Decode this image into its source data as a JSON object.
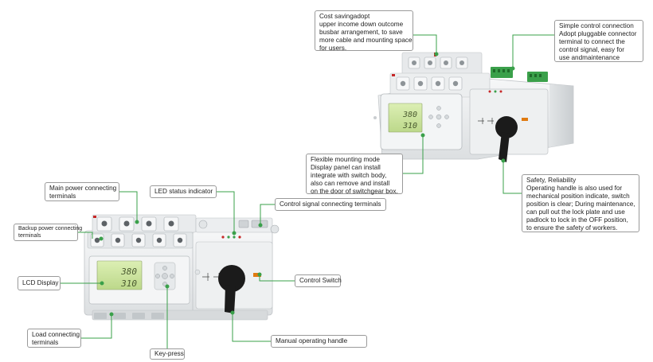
{
  "callouts": {
    "cost_saving": [
      "Cost savingadopt",
      "upper income down outcome",
      "busbar arrangement, to save",
      "more cable and mounting space",
      "for users."
    ],
    "simple_control": [
      "Simple control connection",
      "Adopt pluggable connector",
      "terminal to connect the",
      "control signal, easy for",
      "use andmaintenance"
    ],
    "flexible_mounting": [
      "Flexible mounting mode",
      "Display panel can install",
      "integrate with switch body,",
      "also can remove and install",
      " on the door of switchgear box."
    ],
    "safety": [
      "Safety, Reliability",
      "Operating handle is also used for",
      "mechanical position indicate, switch",
      "position is clear; During maintenance,",
      "can pull out the lock plate and use",
      "padlock to lock in the OFF position,",
      "to ensure the safety of workers."
    ],
    "main_power": [
      "Main power connecting",
      "terminals"
    ],
    "led_status": "LED status indicator",
    "control_signal": "Control signal connecting terminals",
    "backup_power": [
      "Backup power connecting",
      "terminals"
    ],
    "lcd_display": "LCD Display",
    "control_switch": "Control Switch",
    "load_terminals": [
      "Load connecting",
      "terminals"
    ],
    "key_press": "Key-press",
    "manual_handle": "Manual operating handle"
  },
  "displays": {
    "front": {
      "top": "380",
      "bottom": "310"
    },
    "back": {
      "top": "380",
      "bottom": "310"
    }
  },
  "colors": {
    "leader": "#3aa04a",
    "lcd": "#cfe6a2",
    "body": "#eceeef",
    "handle": "#1b1b1b"
  }
}
